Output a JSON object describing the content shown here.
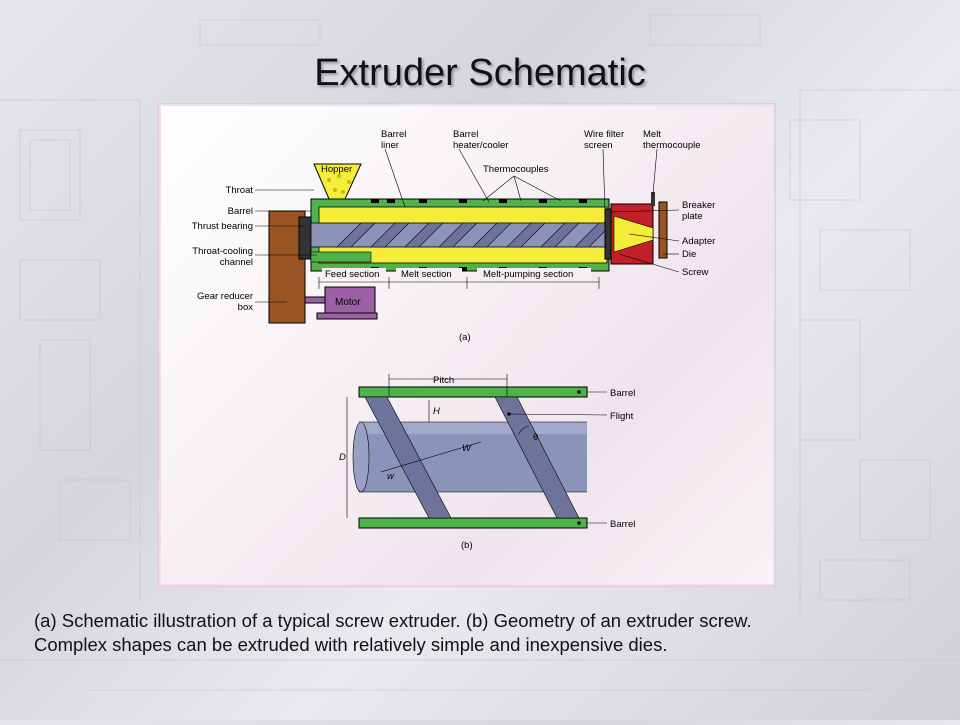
{
  "slide": {
    "title": "Extruder Schematic",
    "caption_line1": "(a)  Schematic illustration of a typical screw extruder.  (b)  Geometry of an extruder screw.",
    "caption_line2": "Complex shapes can be extruded with relatively simple and inexpensive dies."
  },
  "figure_a": {
    "sublabel": "(a)",
    "labels": {
      "hopper": "Hopper",
      "throat": "Throat",
      "barrel": "Barrel",
      "thrust_bearing": "Thrust bearing",
      "throat_cooling_1": "Throat-cooling",
      "throat_cooling_2": "channel",
      "gear_reducer_1": "Gear reducer",
      "gear_reducer_2": "box",
      "motor": "Motor",
      "barrel_liner_1": "Barrel",
      "barrel_liner_2": "liner",
      "barrel_heater_1": "Barrel",
      "barrel_heater_2": "heater/cooler",
      "thermocouples": "Thermocouples",
      "wire_filter_1": "Wire filter",
      "wire_filter_2": "screen",
      "melt_thermo_1": "Melt",
      "melt_thermo_2": "thermocouple",
      "breaker_1": "Breaker",
      "breaker_2": "plate",
      "adapter": "Adapter",
      "die": "Die",
      "screw": "Screw",
      "feed_section": "Feed section",
      "melt_section": "Melt section",
      "melt_pumping": "Melt-pumping section"
    }
  },
  "figure_b": {
    "sublabel": "(b)",
    "labels": {
      "pitch": "Pitch",
      "barrel_top": "Barrel",
      "flight": "Flight",
      "barrel_bottom": "Barrel",
      "H": "H",
      "D": "D",
      "W": "W",
      "w": "w",
      "theta": "θ"
    }
  },
  "colors": {
    "barrel_green": "#4fb34a",
    "polymer_yellow": "#f4ee3a",
    "screw_blue": "#8c93b8",
    "gearbox_brown": "#9a5424",
    "motor_purple": "#9d5fa6",
    "die_red": "#c21f2a"
  }
}
